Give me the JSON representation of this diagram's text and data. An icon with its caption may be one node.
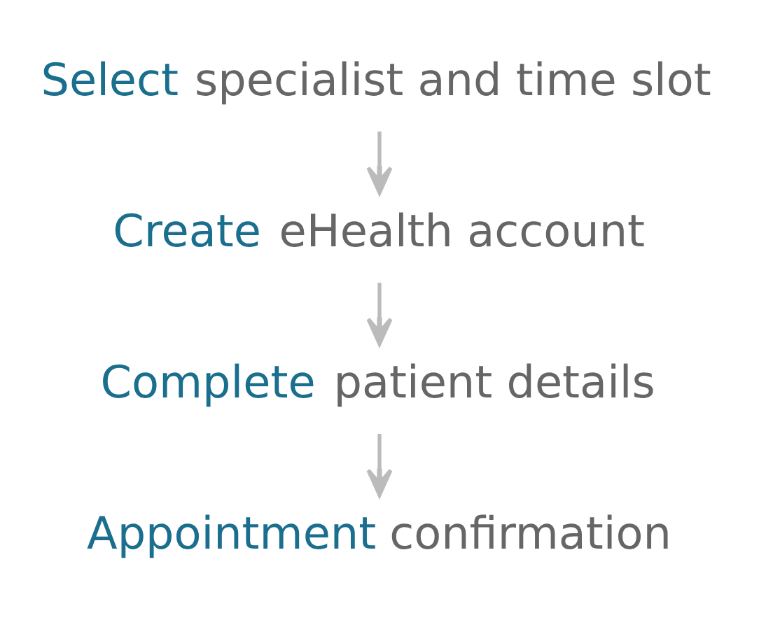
{
  "diagram": {
    "nodes": [
      {
        "text": [
          "Select specialist and time slot"
        ]
      },
      {
        "text": [
          "Create eHealth account"
        ]
      },
      {
        "text": [
          "Complete patient details"
        ]
      },
      {
        "text": [
          "Appointment confirmation"
        ]
      }
    ],
    "edges": [
      {
        "from": 0,
        "to": 1,
        "arrow": "to"
      },
      {
        "from": 1,
        "to": 2,
        "arrow": "to"
      },
      {
        "from": 2,
        "to": 3,
        "arrow": "to"
      }
    ]
  }
}
